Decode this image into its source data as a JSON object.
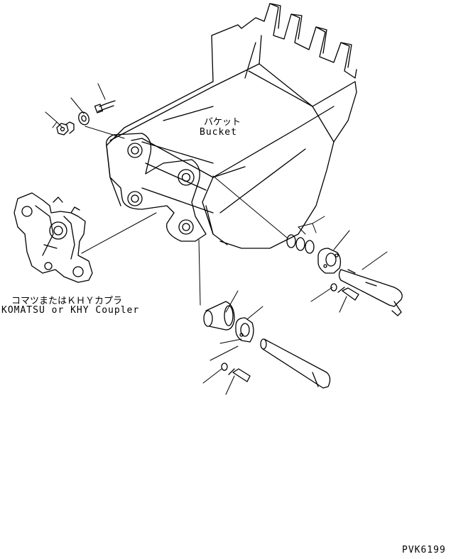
{
  "labels": {
    "bucket_ja": "バケット",
    "bucket_en": "Bucket",
    "coupler_ja": "コマツまたはＫＨＹカプラ",
    "coupler_en": "KOMATSU or KHY Coupler",
    "drawing_number": "PVK6199"
  },
  "colors": {
    "line": "#000000",
    "background": "#ffffff"
  }
}
